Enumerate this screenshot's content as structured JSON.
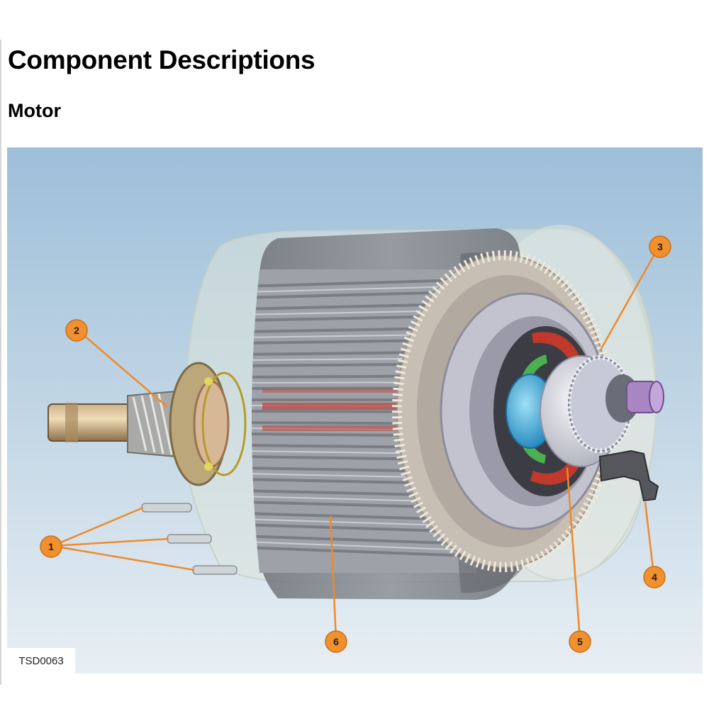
{
  "page": {
    "title": "Component Descriptions",
    "section": "Motor"
  },
  "figure": {
    "id": "TSD0063",
    "callouts": [
      "1",
      "2",
      "3",
      "4",
      "5",
      "6"
    ]
  },
  "colors": {
    "sky_top": "#9dbfd9",
    "sky_bottom": "#e6eef4",
    "callout_fill": "#f0902e",
    "callout_line": "#ee8a2c"
  }
}
